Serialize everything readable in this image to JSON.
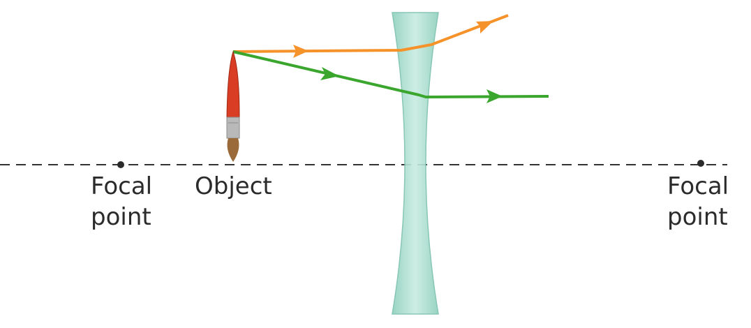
{
  "labels": {
    "focal_left": [
      "Focal",
      "point"
    ],
    "object": "Object",
    "focal_right": [
      "Focal",
      "point"
    ]
  },
  "colors": {
    "axis": "#333333",
    "lens_fill": "#a9dccd",
    "lens_stroke": "#7cc0ad",
    "ray_top": "#f5922a",
    "ray_bottom": "#3aa62e",
    "brush_handle": "#d93d24",
    "brush_ferrule": "#b9b9b9",
    "brush_tip": "#9a6a3a",
    "text": "#2b2b2b"
  }
}
